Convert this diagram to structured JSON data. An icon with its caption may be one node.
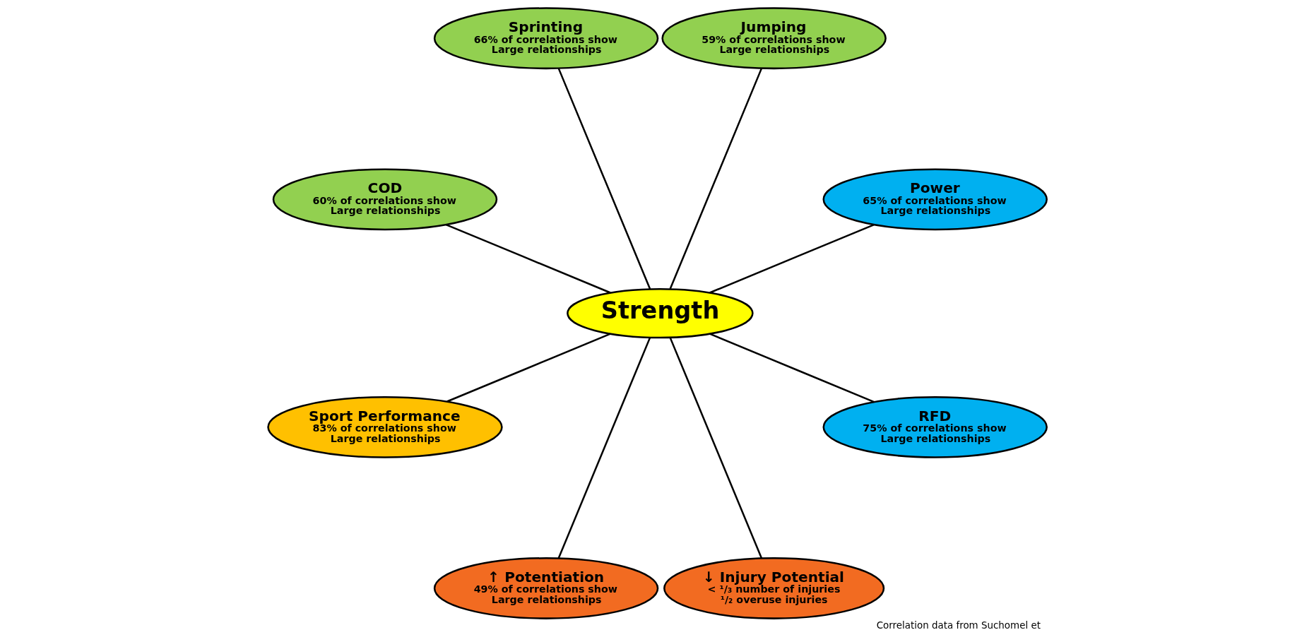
{
  "diagram": {
    "caption": "Correlation data from Suchomel et",
    "nodes": [
      {
        "text": [
          "Strength"
        ]
      },
      {
        "text": [
          "Power",
          "65% of correlations show Large relationships"
        ]
      },
      {
        "text": [
          "Jumping",
          "59% of correlations show Large relationships"
        ]
      },
      {
        "text": [
          "Sprinting",
          "66% of correlations show Large relationships"
        ]
      },
      {
        "text": [
          "COD",
          "60% of correlations show Large relationships"
        ]
      },
      {
        "text": [
          "Sport Performance",
          "83% of correlations show Large relationships"
        ]
      },
      {
        "text": [
          "↑ Potentiation",
          "49% of correlations show Large relationships"
        ]
      },
      {
        "text": [
          "↓ Injury Potential",
          "< ¹/₃ number of injuries ¹/₂ overuse injuries"
        ]
      },
      {
        "text": [
          "RFD",
          "75% of correlations show Large relationships"
        ]
      }
    ],
    "edges": [
      {
        "from": 0,
        "to": 1,
        "arrow": "none"
      },
      {
        "from": 0,
        "to": 2,
        "arrow": "none"
      },
      {
        "from": 0,
        "to": 3,
        "arrow": "none"
      },
      {
        "from": 0,
        "to": 4,
        "arrow": "none"
      },
      {
        "from": 0,
        "to": 5,
        "arrow": "none"
      },
      {
        "from": 0,
        "to": 6,
        "arrow": "none"
      },
      {
        "from": 0,
        "to": 7,
        "arrow": "none"
      },
      {
        "from": 0,
        "to": 8,
        "arrow": "none"
      }
    ]
  }
}
